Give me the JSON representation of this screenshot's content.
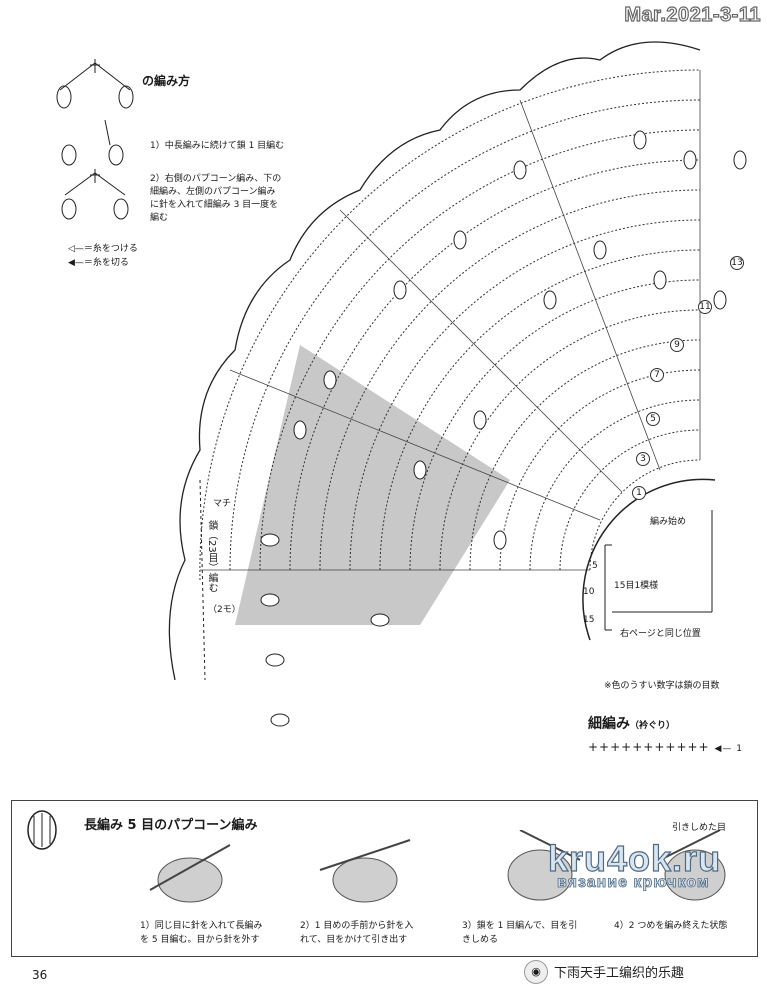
{
  "header": {
    "date": "Mar.2021-3-11"
  },
  "legend": {
    "title": "の編み方",
    "step1": "1）中長編みに続けて鎖 1 目編む",
    "step2_lines": [
      "2）右側のパプコーン編み、下の",
      "細編み、左側のパプコーン編み",
      "に針を入れて細編み 3 目一度を",
      "編む"
    ],
    "thread_attach": "＝糸をつける",
    "thread_cut": "＝糸を切る"
  },
  "chart": {
    "machi": "マチ",
    "chain_vertical": "鎖（23目）編む",
    "two_mo": "（2モ）",
    "start": "編み始め",
    "pattern_repeat": "15目1模様",
    "same_position": "右ページと同じ位置",
    "light_numbers_note": "※色のうすい数字は鎖の目数",
    "row_markers": [
      "1",
      "3",
      "5",
      "7",
      "9",
      "11",
      "13"
    ],
    "side_numbers": [
      "5",
      "10",
      "15"
    ]
  },
  "edging": {
    "title": "細編み",
    "sub": "（衿ぐり）",
    "symbols": "+++++++++++",
    "arrow_label": "1"
  },
  "tutorial": {
    "title": "長編み 5 目のパプコーン編み",
    "captions": [
      [
        "1）同じ目に針を入れて長編み",
        "を 5 目編む。目から針を外す"
      ],
      [
        "2）1 目めの手前から針を入",
        "れて、目をかけて引き出す"
      ],
      [
        "3）鎖を 1 目編んで、目を引",
        "きしめる"
      ],
      [
        "4）2 つめを編み終えた状態"
      ]
    ],
    "pulled_label": "引きしめた目"
  },
  "footer": {
    "page_number": "36",
    "wechat": "下雨天手工编织的乐趣"
  },
  "watermark": {
    "main": "kru4ok.ru",
    "sub": "вязание крючком"
  }
}
